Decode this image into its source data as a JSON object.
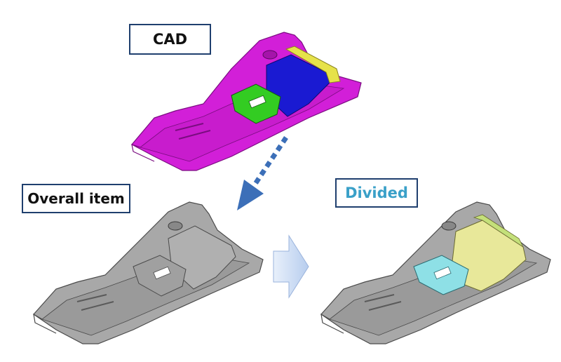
{
  "labels": {
    "cad": "CAD",
    "overall": "Overall item",
    "divided": "Divided"
  },
  "colors": {
    "cad_body": "#d21fd8",
    "cad_blue": "#1a1ad2",
    "cad_yellow": "#e6e24a",
    "cad_green": "#33cc22",
    "grey_part": "#a8a8a8",
    "divided_yellow": "#e8e89a",
    "divided_cyan": "#8ee0e6",
    "label_text_divided": "#3aa0c8",
    "arrow_blue": "#3c6fb8"
  }
}
